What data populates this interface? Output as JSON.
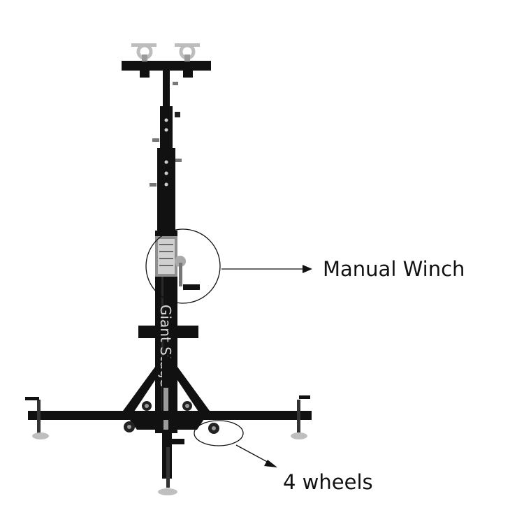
{
  "photo": {
    "subject": "lifting tower stand",
    "brand_text": "Giant Stage",
    "colors": {
      "background": "#ffffff",
      "steel": "#111111",
      "steel_edge": "#2a2a2a",
      "chrome": "#c9c9c9",
      "brand_text": "#d9d9d9",
      "callout": "#111111"
    }
  },
  "callouts": {
    "winch_label": "Manual Winch",
    "wheels_label": "4 wheels"
  }
}
